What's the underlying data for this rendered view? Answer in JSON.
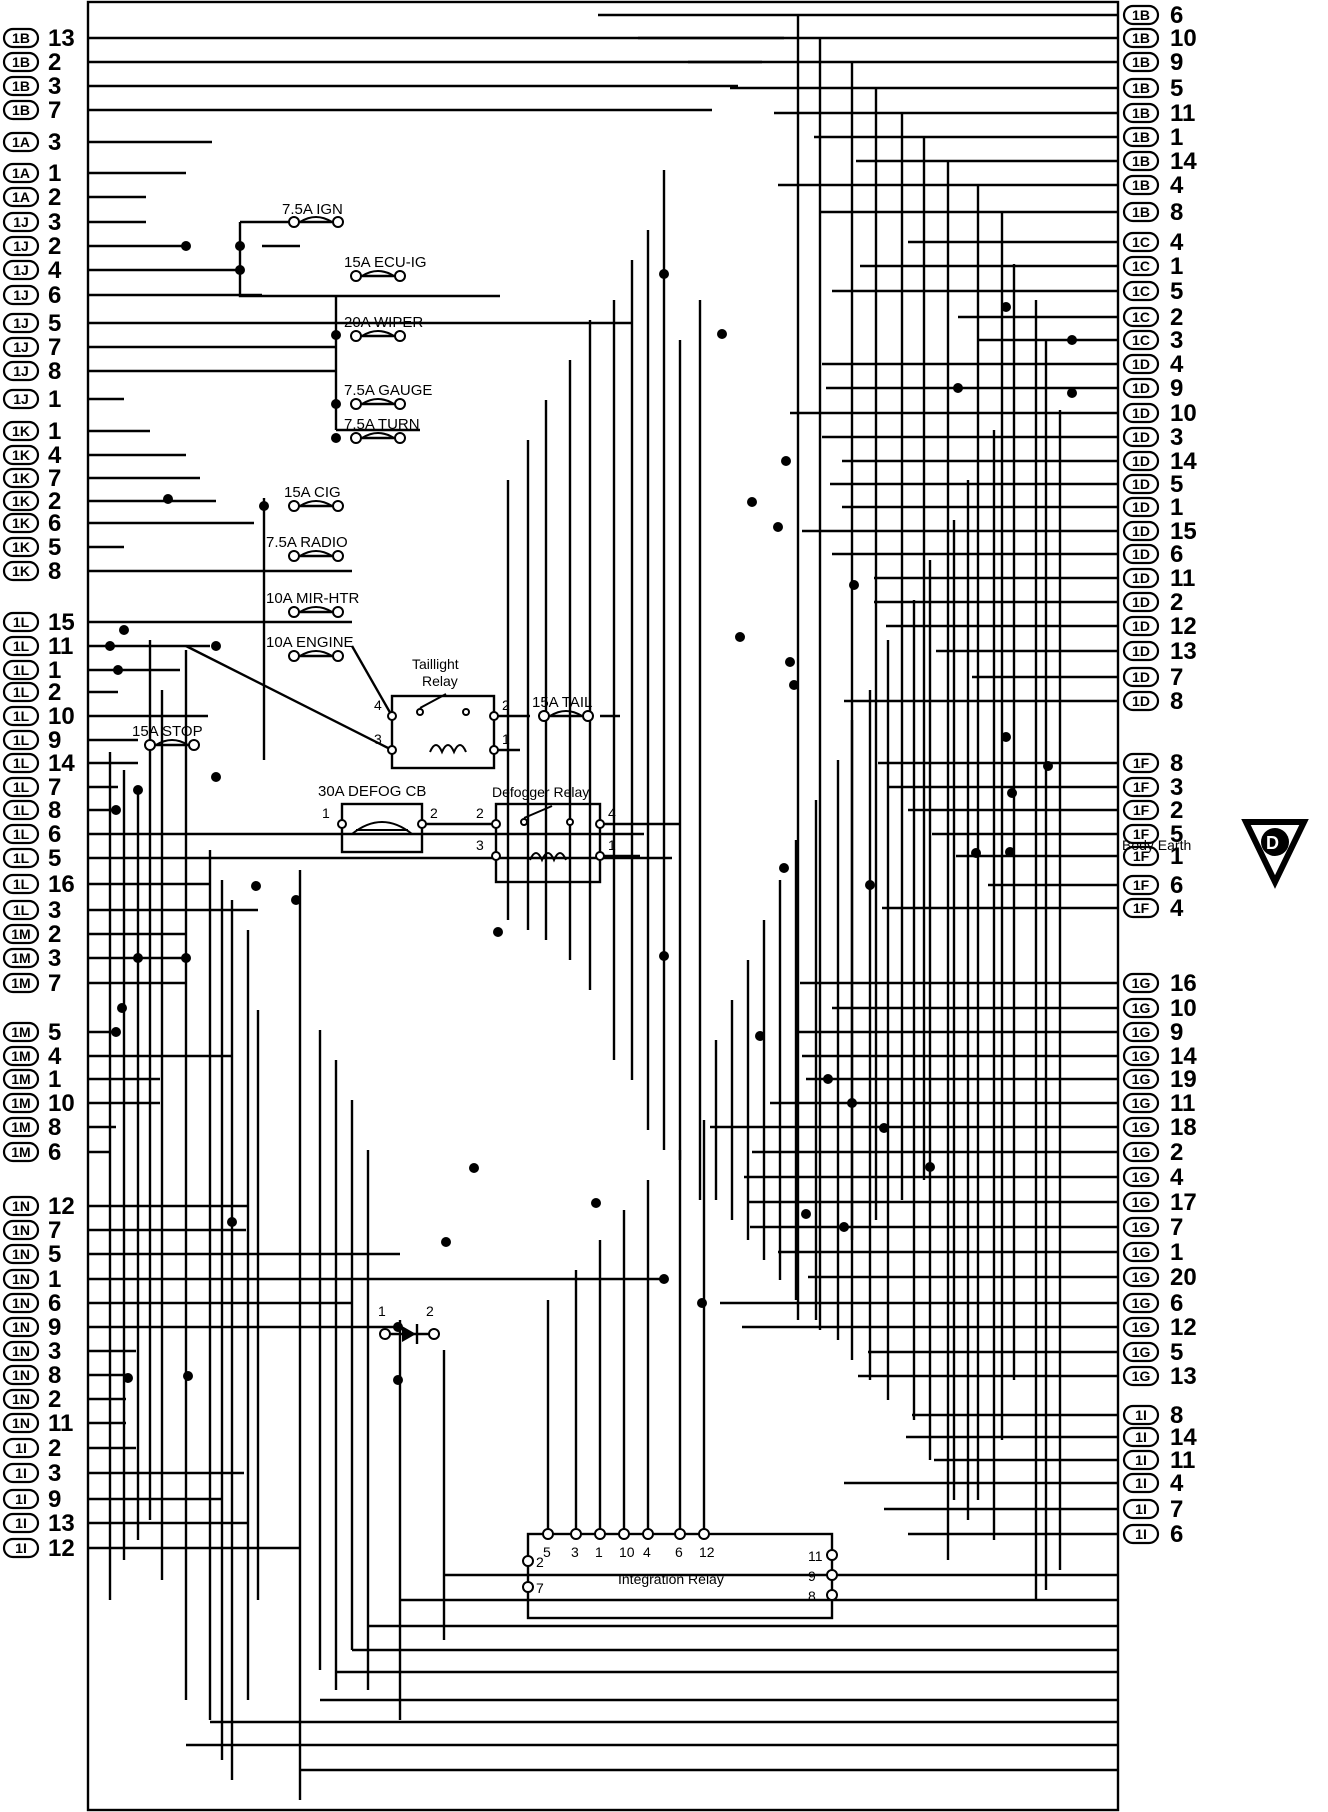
{
  "left_terminals": [
    {
      "conn": "1B",
      "pin": "13"
    },
    {
      "conn": "1B",
      "pin": "2"
    },
    {
      "conn": "1B",
      "pin": "3"
    },
    {
      "conn": "1B",
      "pin": "7"
    },
    {
      "conn": "1A",
      "pin": "3"
    },
    {
      "conn": "1A",
      "pin": "1"
    },
    {
      "conn": "1A",
      "pin": "2"
    },
    {
      "conn": "1J",
      "pin": "3"
    },
    {
      "conn": "1J",
      "pin": "2"
    },
    {
      "conn": "1J",
      "pin": "4"
    },
    {
      "conn": "1J",
      "pin": "6"
    },
    {
      "conn": "1J",
      "pin": "5"
    },
    {
      "conn": "1J",
      "pin": "7"
    },
    {
      "conn": "1J",
      "pin": "8"
    },
    {
      "conn": "1J",
      "pin": "1"
    },
    {
      "conn": "1K",
      "pin": "1"
    },
    {
      "conn": "1K",
      "pin": "4"
    },
    {
      "conn": "1K",
      "pin": "7"
    },
    {
      "conn": "1K",
      "pin": "2"
    },
    {
      "conn": "1K",
      "pin": "6"
    },
    {
      "conn": "1K",
      "pin": "5"
    },
    {
      "conn": "1K",
      "pin": "8"
    },
    {
      "conn": "1L",
      "pin": "15"
    },
    {
      "conn": "1L",
      "pin": "11"
    },
    {
      "conn": "1L",
      "pin": "1"
    },
    {
      "conn": "1L",
      "pin": "2"
    },
    {
      "conn": "1L",
      "pin": "10"
    },
    {
      "conn": "1L",
      "pin": "9"
    },
    {
      "conn": "1L",
      "pin": "14"
    },
    {
      "conn": "1L",
      "pin": "7"
    },
    {
      "conn": "1L",
      "pin": "8"
    },
    {
      "conn": "1L",
      "pin": "6"
    },
    {
      "conn": "1L",
      "pin": "5"
    },
    {
      "conn": "1L",
      "pin": "16"
    },
    {
      "conn": "1L",
      "pin": "3"
    },
    {
      "conn": "1M",
      "pin": "2"
    },
    {
      "conn": "1M",
      "pin": "3"
    },
    {
      "conn": "1M",
      "pin": "7"
    },
    {
      "conn": "1M",
      "pin": "5"
    },
    {
      "conn": "1M",
      "pin": "4"
    },
    {
      "conn": "1M",
      "pin": "1"
    },
    {
      "conn": "1M",
      "pin": "10"
    },
    {
      "conn": "1M",
      "pin": "8"
    },
    {
      "conn": "1M",
      "pin": "6"
    },
    {
      "conn": "1N",
      "pin": "12"
    },
    {
      "conn": "1N",
      "pin": "7"
    },
    {
      "conn": "1N",
      "pin": "5"
    },
    {
      "conn": "1N",
      "pin": "1"
    },
    {
      "conn": "1N",
      "pin": "6"
    },
    {
      "conn": "1N",
      "pin": "9"
    },
    {
      "conn": "1N",
      "pin": "3"
    },
    {
      "conn": "1N",
      "pin": "8"
    },
    {
      "conn": "1N",
      "pin": "2"
    },
    {
      "conn": "1N",
      "pin": "11"
    },
    {
      "conn": "1I",
      "pin": "2"
    },
    {
      "conn": "1I",
      "pin": "3"
    },
    {
      "conn": "1I",
      "pin": "9"
    },
    {
      "conn": "1I",
      "pin": "13"
    },
    {
      "conn": "1I",
      "pin": "12"
    }
  ],
  "right_terminals": [
    {
      "conn": "1B",
      "pin": "6"
    },
    {
      "conn": "1B",
      "pin": "10"
    },
    {
      "conn": "1B",
      "pin": "9"
    },
    {
      "conn": "1B",
      "pin": "5"
    },
    {
      "conn": "1B",
      "pin": "11"
    },
    {
      "conn": "1B",
      "pin": "1"
    },
    {
      "conn": "1B",
      "pin": "14"
    },
    {
      "conn": "1B",
      "pin": "4"
    },
    {
      "conn": "1B",
      "pin": "8"
    },
    {
      "conn": "1C",
      "pin": "4"
    },
    {
      "conn": "1C",
      "pin": "1"
    },
    {
      "conn": "1C",
      "pin": "5"
    },
    {
      "conn": "1C",
      "pin": "2"
    },
    {
      "conn": "1C",
      "pin": "3"
    },
    {
      "conn": "1D",
      "pin": "4"
    },
    {
      "conn": "1D",
      "pin": "9"
    },
    {
      "conn": "1D",
      "pin": "10"
    },
    {
      "conn": "1D",
      "pin": "3"
    },
    {
      "conn": "1D",
      "pin": "14"
    },
    {
      "conn": "1D",
      "pin": "5"
    },
    {
      "conn": "1D",
      "pin": "1"
    },
    {
      "conn": "1D",
      "pin": "15"
    },
    {
      "conn": "1D",
      "pin": "6"
    },
    {
      "conn": "1D",
      "pin": "11"
    },
    {
      "conn": "1D",
      "pin": "2"
    },
    {
      "conn": "1D",
      "pin": "12"
    },
    {
      "conn": "1D",
      "pin": "13"
    },
    {
      "conn": "1D",
      "pin": "7"
    },
    {
      "conn": "1D",
      "pin": "8"
    },
    {
      "conn": "1F",
      "pin": "8"
    },
    {
      "conn": "1F",
      "pin": "3"
    },
    {
      "conn": "1F",
      "pin": "2"
    },
    {
      "conn": "1F",
      "pin": "5"
    },
    {
      "conn": "1F",
      "pin": "1"
    },
    {
      "conn": "1F",
      "pin": "6"
    },
    {
      "conn": "1F",
      "pin": "4"
    },
    {
      "conn": "1G",
      "pin": "16"
    },
    {
      "conn": "1G",
      "pin": "10"
    },
    {
      "conn": "1G",
      "pin": "9"
    },
    {
      "conn": "1G",
      "pin": "14"
    },
    {
      "conn": "1G",
      "pin": "19"
    },
    {
      "conn": "1G",
      "pin": "11"
    },
    {
      "conn": "1G",
      "pin": "18"
    },
    {
      "conn": "1G",
      "pin": "2"
    },
    {
      "conn": "1G",
      "pin": "4"
    },
    {
      "conn": "1G",
      "pin": "17"
    },
    {
      "conn": "1G",
      "pin": "7"
    },
    {
      "conn": "1G",
      "pin": "1"
    },
    {
      "conn": "1G",
      "pin": "20"
    },
    {
      "conn": "1G",
      "pin": "6"
    },
    {
      "conn": "1G",
      "pin": "12"
    },
    {
      "conn": "1G",
      "pin": "5"
    },
    {
      "conn": "1G",
      "pin": "13"
    },
    {
      "conn": "1I",
      "pin": "8"
    },
    {
      "conn": "1I",
      "pin": "14"
    },
    {
      "conn": "1I",
      "pin": "11"
    },
    {
      "conn": "1I",
      "pin": "4"
    },
    {
      "conn": "1I",
      "pin": "7"
    },
    {
      "conn": "1I",
      "pin": "6"
    }
  ],
  "fuses": [
    {
      "label": "7.5A IGN"
    },
    {
      "label": "15A ECU-IG"
    },
    {
      "label": "20A WIPER"
    },
    {
      "label": "7.5A GAUGE"
    },
    {
      "label": "7.5A TURN"
    },
    {
      "label": "15A CIG"
    },
    {
      "label": "7.5A RADIO"
    },
    {
      "label": "10A MIR-HTR"
    },
    {
      "label": "10A ENGINE"
    },
    {
      "label": "15A STOP"
    },
    {
      "label": "15A TAIL"
    }
  ],
  "circuit_breaker": {
    "label": "30A DEFOG CB",
    "pins": [
      "1",
      "2"
    ]
  },
  "taillight_relay": {
    "line1": "Taillight",
    "line2": "Relay",
    "pins": [
      "4",
      "3",
      "2",
      "1"
    ]
  },
  "defogger_relay": {
    "label": "Defogger Relay",
    "pins": [
      "2",
      "3",
      "4",
      "1"
    ]
  },
  "diode": {
    "pins": [
      "1",
      "2"
    ]
  },
  "integration_relay": {
    "label": "Integration Relay",
    "top_pins": [
      "5",
      "3",
      "1",
      "10",
      "4",
      "6",
      "12"
    ],
    "left_pins": [
      "2",
      "7"
    ],
    "right_pins": [
      "11",
      "9",
      "8"
    ]
  },
  "body_earth": {
    "label": "Body Earth",
    "symbol": "D"
  }
}
